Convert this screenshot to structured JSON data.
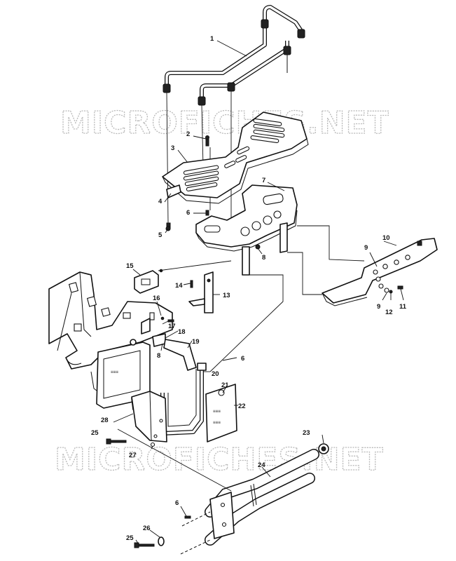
{
  "watermark": {
    "text_top": "MICROFICHES.NET",
    "text_bottom": "MICROFICHES.NET"
  },
  "callouts": {
    "c1": "1",
    "c2": "2",
    "c3": "3",
    "c4": "4",
    "c5": "5",
    "c6a": "6",
    "c7": "7",
    "c8a": "8",
    "c9a": "9",
    "c10": "10",
    "c9b": "9",
    "c11": "11",
    "c12": "12",
    "c13": "13",
    "c14": "14",
    "c15": "15",
    "c16": "16",
    "c17": "17",
    "c18": "18",
    "c8b": "8",
    "c19": "19",
    "c6b": "6",
    "c20": "20",
    "c21": "21",
    "c22": "22",
    "c28": "28",
    "c25a": "25",
    "c27": "27",
    "c23": "23",
    "c24": "24",
    "c6c": "6",
    "c26": "26",
    "c25b": "25"
  }
}
